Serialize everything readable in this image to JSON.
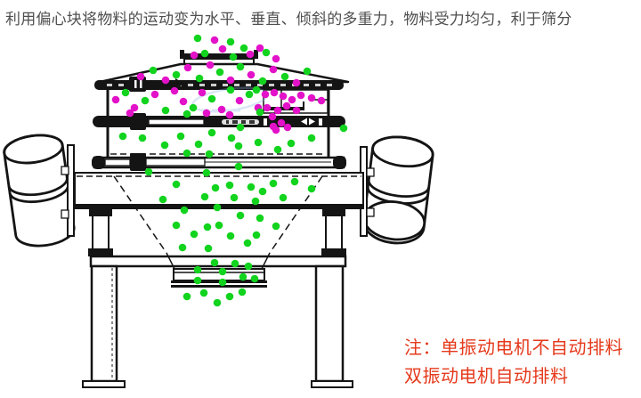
{
  "title": "利用偏心块将物料的运动变为水平、垂直、倾斜的多重力，物料受力均匀，利于筛分",
  "note": {
    "line1": "注：单振动电机不自动排料",
    "line2": "双振动电机自动排料"
  },
  "colors": {
    "title_text": "#4f4f4f",
    "note_text": "#e5391b",
    "line": "#141414",
    "green_particle": "#12d41e",
    "magenta_particle": "#e312c9",
    "watermark": "#8fb4e3"
  },
  "diagram": {
    "dot_radius": 4.3,
    "dots": [
      [
        222,
        43,
        "g"
      ],
      [
        241,
        45,
        "m"
      ],
      [
        259,
        47,
        "g"
      ],
      [
        250,
        55,
        "m"
      ],
      [
        274,
        54,
        "g"
      ],
      [
        292,
        54,
        "m"
      ],
      [
        218,
        62,
        "m"
      ],
      [
        230,
        60,
        "g"
      ],
      [
        281,
        61,
        "m"
      ],
      [
        299,
        59,
        "g"
      ],
      [
        262,
        64,
        "g"
      ],
      [
        310,
        66,
        "m"
      ],
      [
        158,
        86,
        "m"
      ],
      [
        172,
        79,
        "g"
      ],
      [
        186,
        90,
        "m"
      ],
      [
        198,
        84,
        "g"
      ],
      [
        211,
        76,
        "m"
      ],
      [
        224,
        88,
        "g"
      ],
      [
        236,
        73,
        "m"
      ],
      [
        247,
        81,
        "g"
      ],
      [
        259,
        90,
        "m"
      ],
      [
        270,
        75,
        "g"
      ],
      [
        282,
        84,
        "m"
      ],
      [
        295,
        91,
        "g"
      ],
      [
        307,
        78,
        "m"
      ],
      [
        320,
        86,
        "g"
      ],
      [
        333,
        93,
        "m"
      ],
      [
        345,
        80,
        "g"
      ],
      [
        130,
        112,
        "m"
      ],
      [
        141,
        104,
        "g"
      ],
      [
        151,
        121,
        "m"
      ],
      [
        163,
        113,
        "g"
      ],
      [
        174,
        106,
        "m"
      ],
      [
        186,
        124,
        "g"
      ],
      [
        196,
        102,
        "m"
      ],
      [
        206,
        114,
        "m"
      ],
      [
        217,
        121,
        "g"
      ],
      [
        227,
        104,
        "m"
      ],
      [
        238,
        111,
        "g"
      ],
      [
        249,
        123,
        "m"
      ],
      [
        259,
        101,
        "g"
      ],
      [
        269,
        113,
        "m"
      ],
      [
        280,
        106,
        "g"
      ],
      [
        290,
        121,
        "m"
      ],
      [
        146,
        127,
        "m"
      ],
      [
        210,
        128,
        "g"
      ],
      [
        232,
        127,
        "m"
      ],
      [
        298,
        106,
        "m"
      ],
      [
        308,
        104,
        "m"
      ],
      [
        318,
        108,
        "m"
      ],
      [
        328,
        112,
        "m"
      ],
      [
        338,
        107,
        "m"
      ],
      [
        350,
        110,
        "m"
      ],
      [
        361,
        113,
        "m"
      ],
      [
        300,
        121,
        "m"
      ],
      [
        312,
        124,
        "m"
      ],
      [
        322,
        119,
        "m"
      ],
      [
        333,
        124,
        "m"
      ],
      [
        306,
        131,
        "m"
      ],
      [
        316,
        138,
        "m"
      ],
      [
        310,
        146,
        "m"
      ],
      [
        323,
        143,
        "m"
      ],
      [
        288,
        101,
        "g"
      ],
      [
        292,
        126,
        "g"
      ],
      [
        258,
        129,
        "m"
      ],
      [
        307,
        142,
        "m"
      ],
      [
        138,
        153,
        "g"
      ],
      [
        160,
        155,
        "g"
      ],
      [
        185,
        163,
        "g"
      ],
      [
        203,
        153,
        "g"
      ],
      [
        223,
        162,
        "g"
      ],
      [
        238,
        149,
        "g"
      ],
      [
        260,
        155,
        "g"
      ],
      [
        268,
        164,
        "g"
      ],
      [
        270,
        143,
        "g"
      ],
      [
        290,
        160,
        "g"
      ],
      [
        312,
        168,
        "g"
      ],
      [
        327,
        161,
        "g"
      ],
      [
        350,
        155,
        "g"
      ],
      [
        386,
        144,
        "g"
      ],
      [
        210,
        172,
        "g"
      ],
      [
        235,
        173,
        "g"
      ],
      [
        167,
        193,
        "g"
      ],
      [
        232,
        194,
        "g"
      ],
      [
        268,
        187,
        "g"
      ],
      [
        198,
        207,
        "g"
      ],
      [
        242,
        211,
        "g"
      ],
      [
        258,
        208,
        "g"
      ],
      [
        282,
        210,
        "g"
      ],
      [
        307,
        206,
        "g"
      ],
      [
        331,
        204,
        "g"
      ],
      [
        295,
        215,
        "g"
      ],
      [
        318,
        222,
        "g"
      ],
      [
        183,
        224,
        "g"
      ],
      [
        230,
        221,
        "g"
      ],
      [
        263,
        222,
        "g"
      ],
      [
        287,
        226,
        "g"
      ],
      [
        350,
        212,
        "g"
      ],
      [
        207,
        236,
        "g"
      ],
      [
        244,
        233,
        "g"
      ],
      [
        270,
        242,
        "g"
      ],
      [
        292,
        245,
        "g"
      ],
      [
        198,
        253,
        "g"
      ],
      [
        233,
        255,
        "g"
      ],
      [
        246,
        253,
        "g"
      ],
      [
        218,
        263,
        "g"
      ],
      [
        259,
        265,
        "g"
      ],
      [
        310,
        254,
        "g"
      ],
      [
        288,
        264,
        "g"
      ],
      [
        278,
        273,
        "g"
      ],
      [
        205,
        278,
        "g"
      ],
      [
        234,
        279,
        "g"
      ],
      [
        241,
        295,
        "g"
      ],
      [
        264,
        296,
        "g"
      ],
      [
        279,
        299,
        "g"
      ],
      [
        222,
        303,
        "g"
      ],
      [
        250,
        305,
        "g"
      ],
      [
        273,
        311,
        "g"
      ],
      [
        222,
        315,
        "g"
      ],
      [
        250,
        317,
        "g"
      ],
      [
        286,
        313,
        "g"
      ],
      [
        210,
        333,
        "g"
      ],
      [
        229,
        329,
        "g"
      ],
      [
        244,
        340,
        "g"
      ],
      [
        258,
        333,
        "g"
      ],
      [
        272,
        328,
        "g"
      ]
    ]
  }
}
